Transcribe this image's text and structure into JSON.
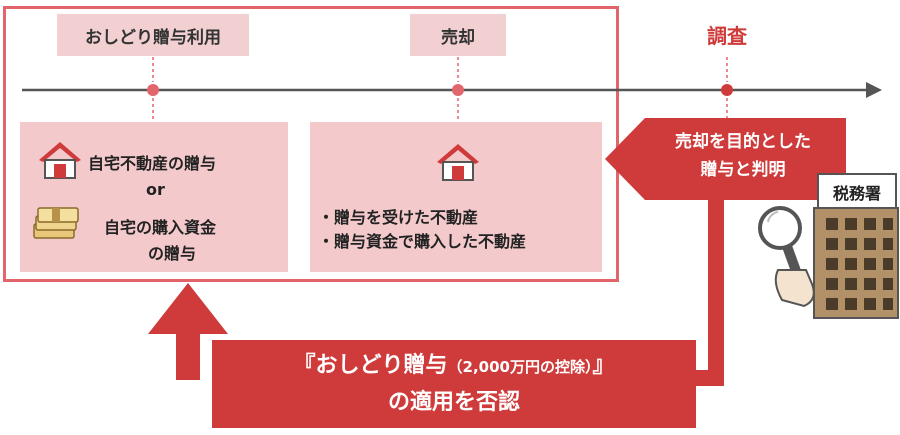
{
  "timeline": {
    "stages": [
      {
        "label": "おしどり贈与利用"
      },
      {
        "label": "売却"
      },
      {
        "label": "調査"
      }
    ]
  },
  "left_panel": {
    "line1": "自宅不動産の贈与",
    "or": "or",
    "line2": "自宅の購入資金",
    "line3": "の贈与"
  },
  "middle_panel": {
    "bullet1": "・贈与を受けた不動産",
    "bullet2": "・贈与資金で購入した不動産"
  },
  "callout": {
    "line1": "売却を目的とした",
    "line2": "贈与と判明"
  },
  "tax_office": {
    "label": "税務署"
  },
  "denial": {
    "line1_main": "『おしどり贈与",
    "line1_paren": "（2,000万円の控除）",
    "line1_end": "』",
    "line2": "の適用を否認"
  },
  "colors": {
    "accent": "#cf3b3b",
    "frame": "#e2656b",
    "panel": "#f3c9cb",
    "tag": "#f2cfd1",
    "building": "#a88a5c"
  }
}
